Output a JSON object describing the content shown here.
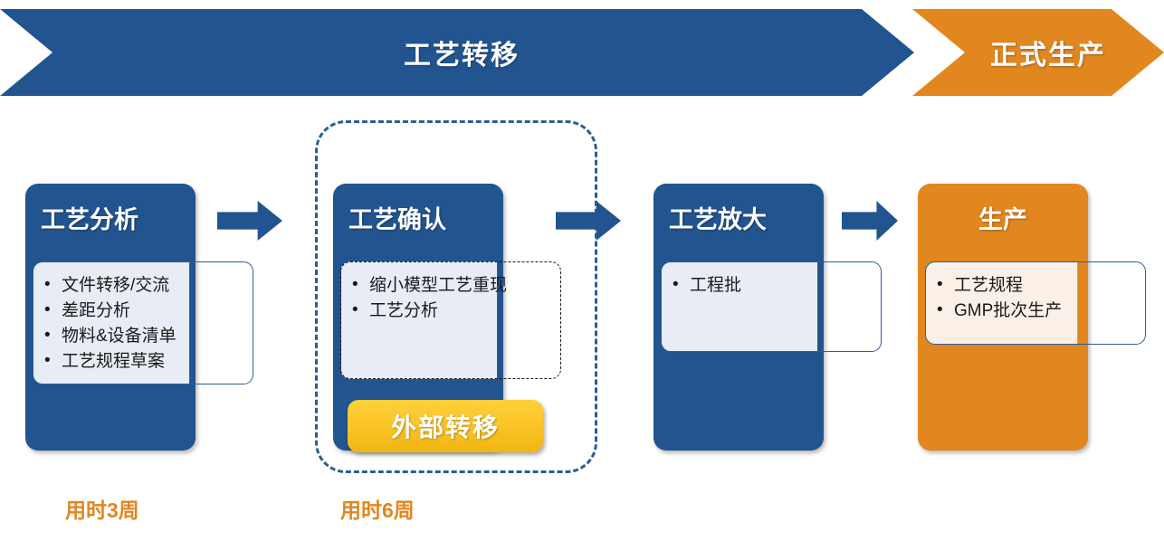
{
  "banner": {
    "segments": [
      {
        "label": "工艺转移",
        "color": "#22548f"
      },
      {
        "label": "正式生产",
        "color": "#e2861f"
      }
    ]
  },
  "stages": [
    {
      "title": "工艺分析",
      "color": "#22548f",
      "items": [
        "文件转移/交流",
        "差距分析",
        "物料&设备清单",
        "工艺规程草案"
      ]
    },
    {
      "title": "工艺确认",
      "color": "#22548f",
      "items": [
        "缩小模型工艺重现",
        "工艺分析"
      ]
    },
    {
      "title": "工艺放大",
      "color": "#22548f",
      "items": [
        "工程批"
      ]
    },
    {
      "title": "生产",
      "color": "#e2861f",
      "items": [
        "工艺规程",
        "GMP批次生产"
      ]
    }
  ],
  "badge": {
    "label": "外部转移",
    "color": "#fbc52a"
  },
  "durations": [
    {
      "label": "用时3周"
    },
    {
      "label": "用时6周"
    }
  ],
  "accent": {
    "blue": "#22548f",
    "orange": "#e2861f",
    "card_blue": "#e8edf5",
    "card_cream": "#fbf0e7"
  }
}
